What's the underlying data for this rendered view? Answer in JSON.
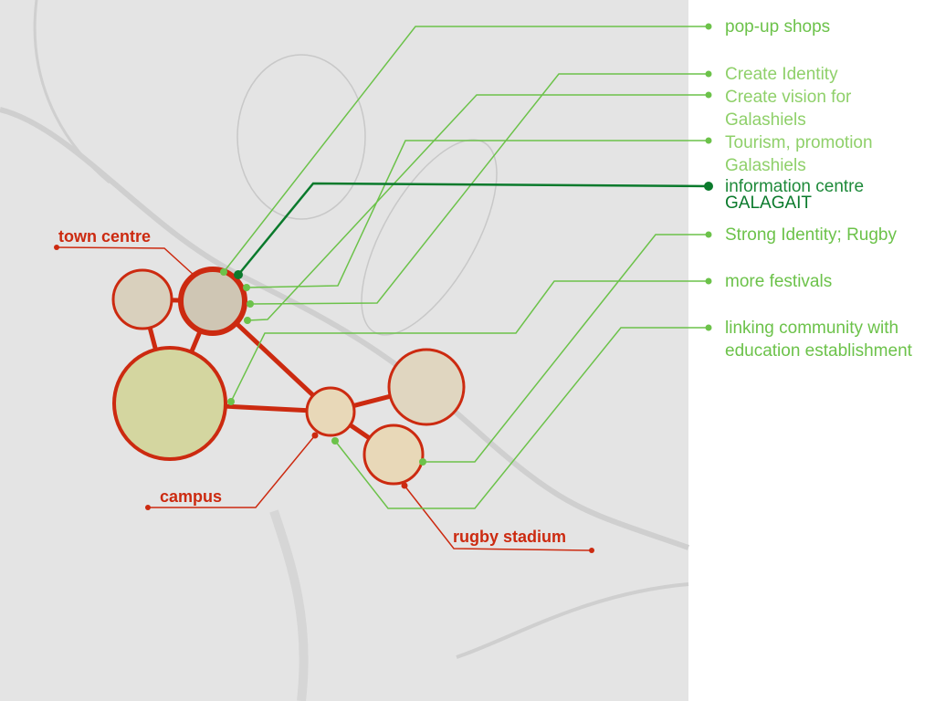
{
  "labels": {
    "popup": "pop-up shops",
    "identity": "Create Identity",
    "vision": "Create vision for Galashiels",
    "tourism": "Tourism, promotion Galashiels",
    "info": "information centre",
    "info_name": "GALAGAIT",
    "rugby": "Strong Identity; Rugby",
    "festivals": "more festivals",
    "linking": "linking community with education establishment"
  },
  "places": {
    "town_centre": "town centre",
    "campus": "campus",
    "rugby_stadium": "rugby stadium"
  },
  "colors": {
    "red": "#cc2a10",
    "green": "#6cc24a",
    "dark_green": "#0a7a2c",
    "map": "#e4e4e4"
  }
}
